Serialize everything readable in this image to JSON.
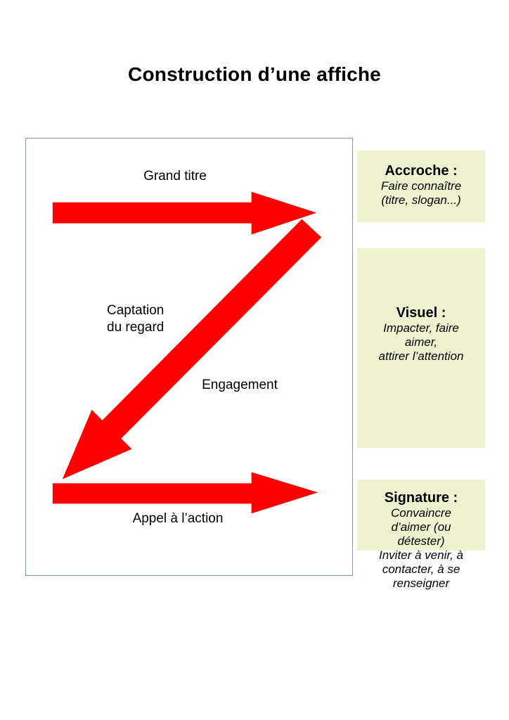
{
  "page": {
    "title": "Construction d’une affiche",
    "background_color": "#ffffff"
  },
  "diagram": {
    "border_color": "#7b98c3",
    "arrow_color": "#fe0000",
    "labels": {
      "top": "Grand titre",
      "middle_left_lines": [
        "Captation",
        "du regard"
      ],
      "middle_right": "Engagement",
      "bottom": "Appel à l’action"
    },
    "arrows": [
      {
        "name": "top-arrow",
        "direction": "right"
      },
      {
        "name": "diagonal-arrow",
        "direction": "down-left"
      },
      {
        "name": "bottom-arrow",
        "direction": "right"
      }
    ]
  },
  "side_panels": {
    "background_color": "#eff2ce",
    "items": [
      {
        "heading": "Accroche :",
        "lines": [
          "Faire connaître",
          "(titre, slogan...)"
        ]
      },
      {
        "heading": "Visuel :",
        "lines": [
          "Impacter, faire",
          "aimer,",
          "attirer l’attention"
        ]
      },
      {
        "heading": "Signature :",
        "lines": [
          "Convaincre",
          "d’aimer (ou",
          "détester)",
          "Inviter à venir, à",
          "contacter, à se",
          "renseigner"
        ]
      }
    ]
  }
}
